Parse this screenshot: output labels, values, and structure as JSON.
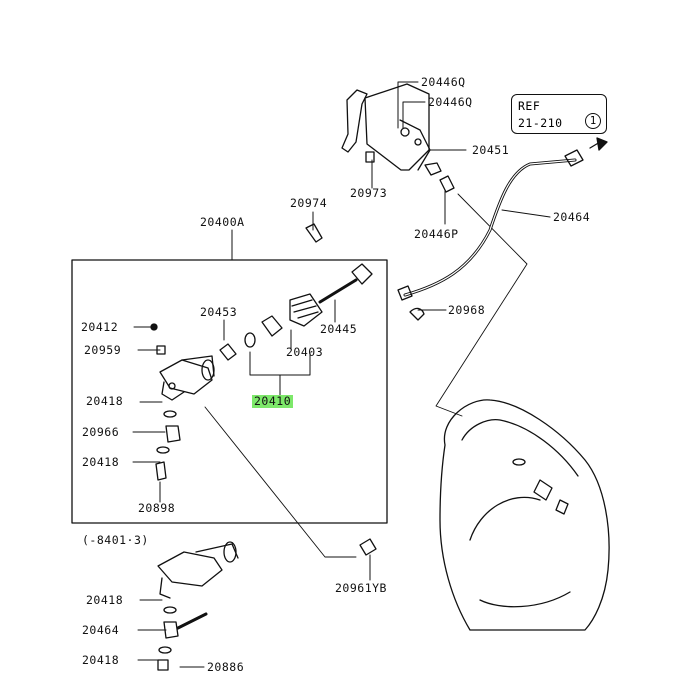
{
  "ref": {
    "line1": "REF",
    "line2": "21-210",
    "circled": "1"
  },
  "labels": {
    "p20446q_a": "20446Q",
    "p20446q_b": "20446Q",
    "p20451": "20451",
    "p20973": "20973",
    "p20974": "20974",
    "p20464_top": "20464",
    "p20446p": "20446P",
    "p20400a": "20400A",
    "p20968": "20968",
    "p20453": "20453",
    "p20445": "20445",
    "p20412": "20412",
    "p20403": "20403",
    "p20959": "20959",
    "p20410": "20410",
    "p20418_a": "20418",
    "p20966": "20966",
    "p20418_b": "20418",
    "p20898": "20898",
    "variant_note": "(-8401·3)",
    "p20961yb": "20961YB",
    "p20418_c": "20418",
    "p20464_bottom": "20464",
    "p20418_d": "20418",
    "p20886": "20886"
  },
  "colors": {
    "line": "#111111",
    "highlight": "#7de86a",
    "background": "#ffffff"
  }
}
